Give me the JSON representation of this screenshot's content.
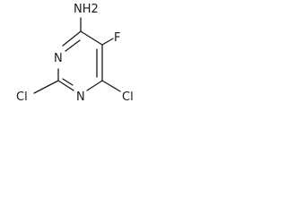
{
  "molecule": {
    "atoms": {
      "amine": "NH2",
      "fluorine": "F",
      "ring_n_top": "N",
      "ring_n_bottom": "N",
      "chlorine_left": "Cl",
      "chlorine_right": "Cl"
    }
  }
}
